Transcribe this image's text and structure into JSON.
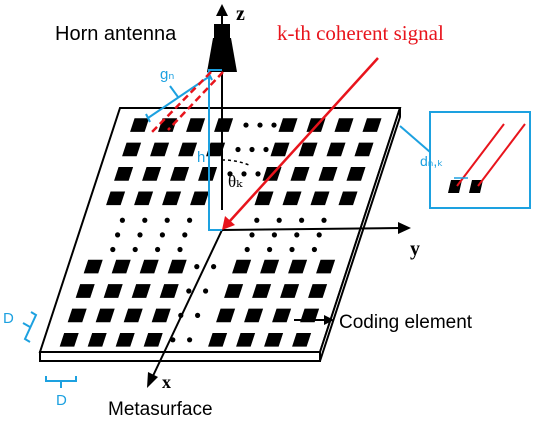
{
  "labels": {
    "horn_antenna": "Horn antenna",
    "signal": "k-th coherent signal",
    "g_n": "gₙ",
    "h": "h",
    "theta_k": "θₖ",
    "d_nk": "dₙ,ₖ",
    "coding_element": "Coding element",
    "metasurface": "Metasurface",
    "d_left": "D",
    "d_bottom": "D"
  },
  "axes": {
    "x": "x",
    "y": "y",
    "z": "z"
  },
  "colors": {
    "signal": "#e8141c",
    "annotation": "#1da1e0",
    "element": "#000000"
  },
  "icons": [
    "horn-antenna-icon",
    "coding-element-icon",
    "dot-icon"
  ]
}
